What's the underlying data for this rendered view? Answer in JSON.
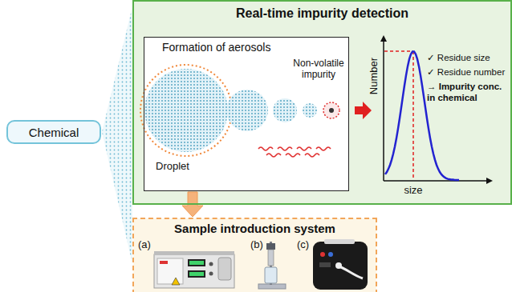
{
  "diagram": {
    "nodes": [
      {
        "text": [
          "Chemical"
        ]
      },
      {
        "text": [
          "Real-time impurity detection"
        ]
      },
      {
        "text": [
          "Formation of aerosols"
        ],
        "in": 1
      },
      {
        "text": [
          "Sample introduction system"
        ]
      }
    ],
    "edges": [
      {
        "from": 2,
        "to": 3,
        "arrow": "to"
      }
    ],
    "labels": [
      "Droplet",
      "Non-volatile impurity",
      "Number",
      "size",
      "✓ Residue size",
      "✓ Residue number",
      "→ Impurity conc. in chemical",
      "(a)",
      "(b)",
      "(c)"
    ]
  }
}
